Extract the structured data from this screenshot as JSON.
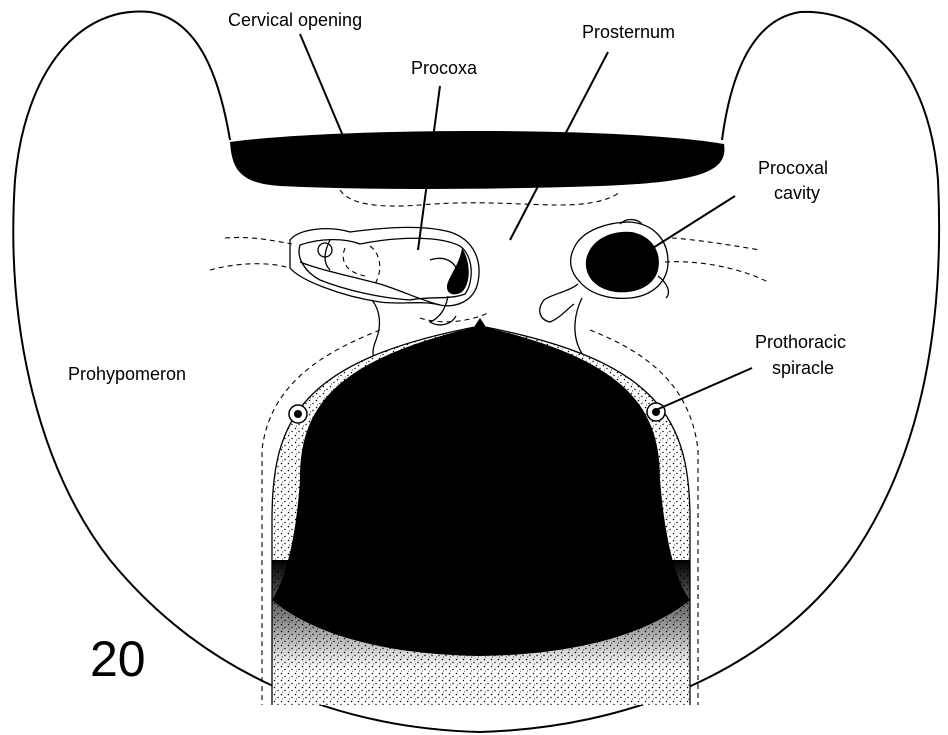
{
  "figure_number": "20",
  "labels": {
    "cervical_opening": "Cervical opening",
    "prosternum": "Prosternum",
    "procoxa": "Procoxa",
    "procoxal_cavity_line1": "Procoxal",
    "procoxal_cavity_line2": "cavity",
    "prothoracic_spiracle_line1": "Prothoracic",
    "prothoracic_spiracle_line2": "spiracle",
    "prohypomeron": "Prohypomeron"
  }
}
